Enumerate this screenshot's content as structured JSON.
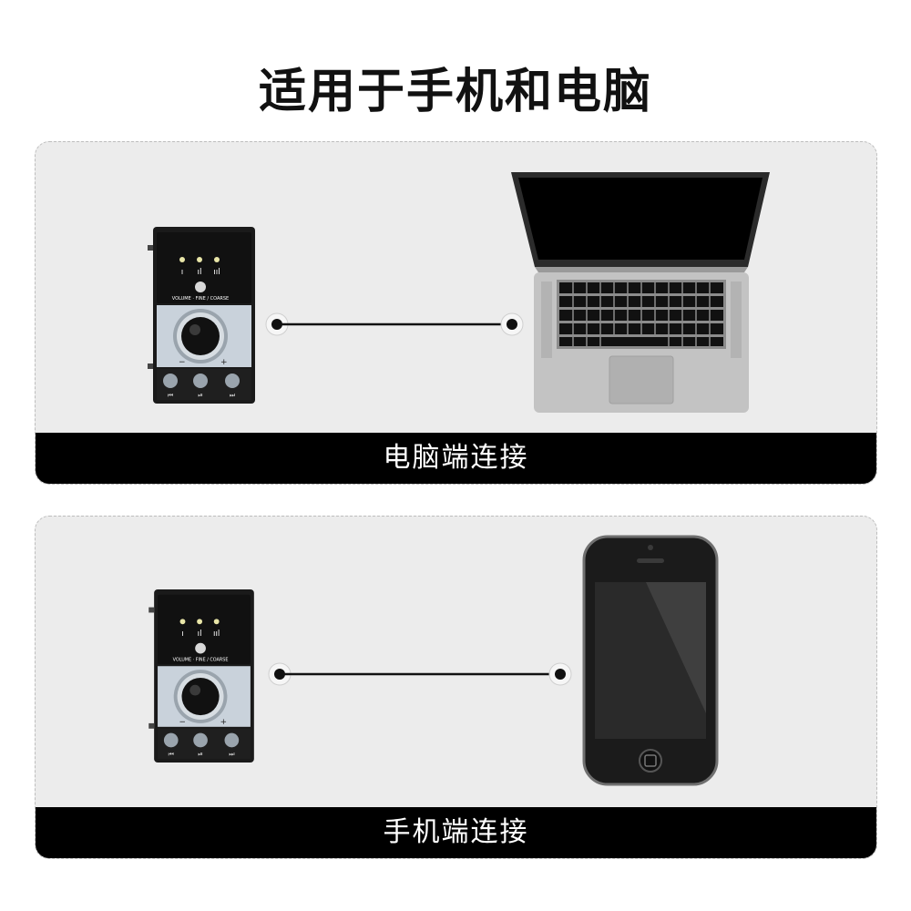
{
  "title": "适用于手机和电脑",
  "device": {
    "panel_label": "VOLUME · FINE / COARSE",
    "indicators": [
      "ı",
      "ıl",
      "ııl"
    ],
    "knob_labels": [
      "−",
      "+"
    ],
    "button_icons": [
      "⏮",
      "⏯",
      "⏭"
    ]
  },
  "sections": [
    {
      "caption": "电脑端连接"
    },
    {
      "caption": "手机端连接"
    }
  ],
  "colors": {
    "panel_bg": "#ececec",
    "caption_bg": "#000000",
    "caption_text": "#ffffff",
    "device_body": "#1a1a1a",
    "device_control_plate": "#c9d2db",
    "laptop_silver": "#c3c3c3"
  }
}
